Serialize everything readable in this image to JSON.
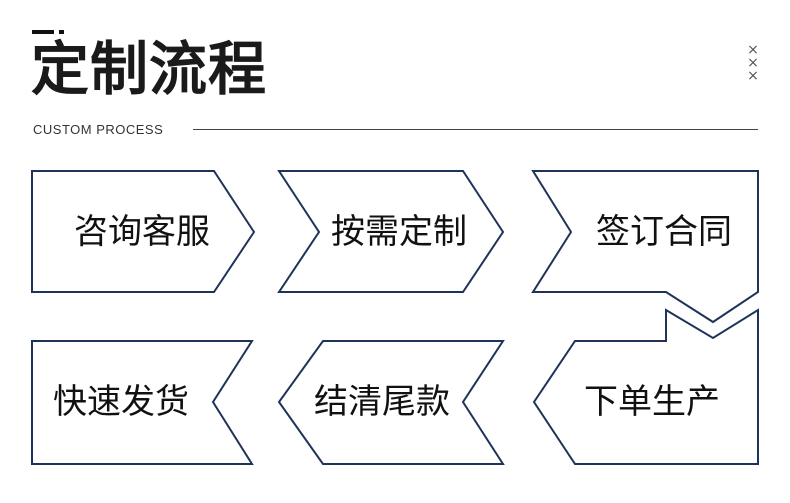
{
  "header": {
    "title": "定制流程",
    "subtitle": "CUSTOM PROCESS",
    "marks": [
      "×",
      "×",
      "×"
    ]
  },
  "steps": [
    {
      "label": "咨询客服"
    },
    {
      "label": "按需定制"
    },
    {
      "label": "签订合同"
    },
    {
      "label": "下单生产"
    },
    {
      "label": "结清尾款"
    },
    {
      "label": "快速发货"
    }
  ],
  "colors": {
    "outline": "#1f3358",
    "text": "#111111",
    "accent": "#111111"
  }
}
